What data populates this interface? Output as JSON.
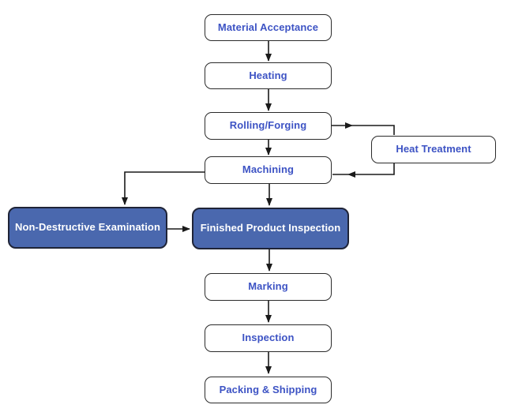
{
  "diagram": {
    "type": "flowchart",
    "title": "Manufacturing process flowchart",
    "background_color": "#ffffff",
    "colors": {
      "outline_node_fill": "#ffffff",
      "outline_node_text": "#3d53c4",
      "filled_node_fill": "#4a68ae",
      "filled_node_text": "#ffffff",
      "node_border": "#2b2b2b",
      "connector": "#1a1a1a"
    },
    "nodes": [
      {
        "id": "material-acceptance",
        "label": "Material Acceptance",
        "style": "outline"
      },
      {
        "id": "heating",
        "label": "Heating",
        "style": "outline"
      },
      {
        "id": "rolling-forging",
        "label": "Rolling/Forging",
        "style": "outline"
      },
      {
        "id": "heat-treatment",
        "label": "Heat Treatment",
        "style": "outline"
      },
      {
        "id": "machining",
        "label": "Machining",
        "style": "outline"
      },
      {
        "id": "non-destructive-examination",
        "label": "Non-Destructive Examination",
        "style": "filled"
      },
      {
        "id": "finished-product-inspection",
        "label": "Finished Product Inspection",
        "style": "filled"
      },
      {
        "id": "marking",
        "label": "Marking",
        "style": "outline"
      },
      {
        "id": "inspection",
        "label": "Inspection",
        "style": "outline"
      },
      {
        "id": "packing-shipping",
        "label": "Packing & Shipping",
        "style": "outline"
      }
    ],
    "edges": [
      {
        "from": "material-acceptance",
        "to": "heating"
      },
      {
        "from": "heating",
        "to": "rolling-forging"
      },
      {
        "from": "rolling-forging",
        "to": "machining"
      },
      {
        "from": "rolling-forging",
        "to": "heat-treatment"
      },
      {
        "from": "heat-treatment",
        "to": "machining"
      },
      {
        "from": "machining",
        "to": "non-destructive-examination"
      },
      {
        "from": "machining",
        "to": "finished-product-inspection"
      },
      {
        "from": "non-destructive-examination",
        "to": "finished-product-inspection"
      },
      {
        "from": "finished-product-inspection",
        "to": "marking"
      },
      {
        "from": "marking",
        "to": "inspection"
      },
      {
        "from": "inspection",
        "to": "packing-shipping"
      }
    ]
  }
}
